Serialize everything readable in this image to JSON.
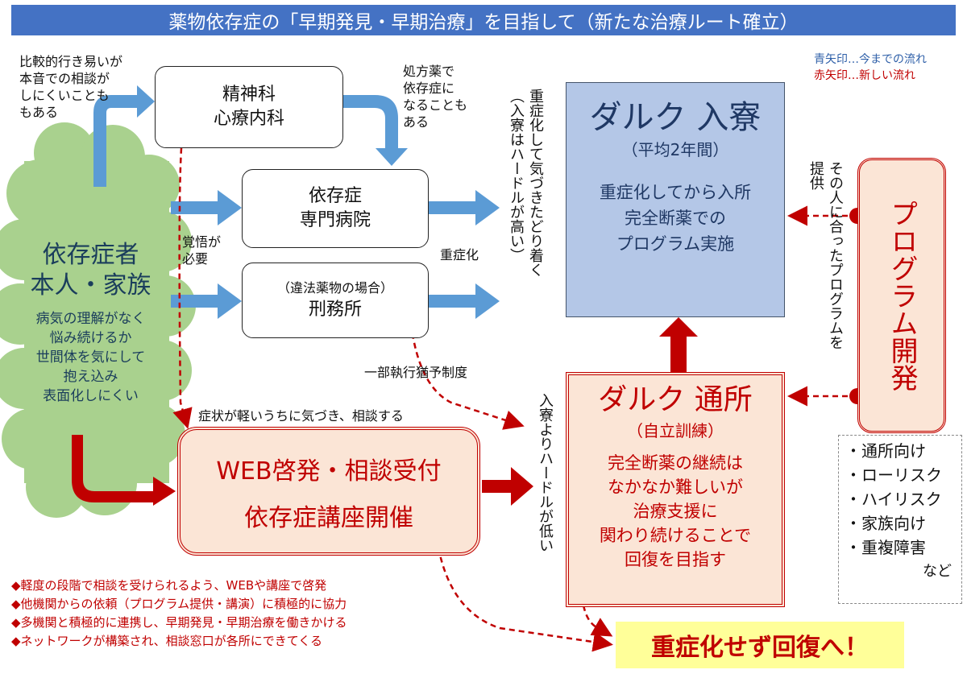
{
  "title": "薬物依存症の「早期発見・早期治療」を目指して（新たな治療ルート確立）",
  "legend": {
    "blue": "青矢印…今までの流れ",
    "red": "赤矢印…新しい流れ"
  },
  "colors": {
    "title_bg": "#4472c4",
    "blue_arrow": "#5b9bd5",
    "red": "#c00000",
    "darc_stay_bg": "#b4c7e7",
    "cloud": "#a9d18e",
    "pink_bg": "#fbe5d6",
    "yellow_bg": "#ffff99"
  },
  "notes": {
    "hard_to_go": [
      "比較的行き易いが",
      "本音での相談が",
      "しにくいことも",
      "もある"
    ],
    "prescription": [
      "処方薬で",
      "依存症に",
      "なることも",
      "ある"
    ],
    "resolve": [
      "覚悟が",
      "必要"
    ],
    "serious": "重症化",
    "partial_suspension": "一部執行猶予制度",
    "early_consult": "症状が軽いうちに気づき、相談する"
  },
  "vertical_texts": {
    "high_hurdle": [
      "重症化して気づきたどり着く",
      "（入寮はハードルが高い）"
    ],
    "low_hurdle": "入寮よりハードルが低い",
    "provide": [
      "その人に合ったプログラムを",
      "提供"
    ]
  },
  "psychiatry": [
    "精神科",
    "心療内科"
  ],
  "specialist_hospital": [
    "依存症",
    "専門病院"
  ],
  "prison": {
    "sub": "（違法薬物の場合）",
    "main": "刑務所"
  },
  "person": {
    "title": [
      "依存症者",
      "本人・家族"
    ],
    "desc": [
      "病気の理解がなく",
      "悩み続けるか",
      "世間体を気にして",
      "抱え込み",
      "表面化しにくい"
    ]
  },
  "darc_stay": {
    "title": "ダルク 入寮",
    "sub": "（平均2年間）",
    "desc": [
      "重症化してから入所",
      "完全断薬での",
      "プログラム実施"
    ]
  },
  "program": {
    "label": "プログラム開発"
  },
  "web": {
    "line1": "WEB啓発・相談受付",
    "line2": "依存症講座開催"
  },
  "darc_commute": {
    "title": "ダルク 通所",
    "sub": "（自立訓練）",
    "desc": [
      "完全断薬の継続は",
      "なかなか難しいが",
      "治療支援に",
      "関わり続けることで",
      "回復を目指す"
    ]
  },
  "program_list": {
    "items": [
      "・通所向け",
      "・ローリスク",
      "・ハイリスク",
      "・家族向け",
      "・重複障害"
    ],
    "suffix": "など"
  },
  "bullets": [
    "◆軽度の段階で相談を受けられるよう、WEBや講座で啓発",
    "◆他機関からの依頼（プログラム提供・講演）に積極的に協力",
    "◆多機関と積極的に連携し、早期発見・早期治療を働きかける",
    "◆ネットワークが構築され、相談窓口が各所にできてくる"
  ],
  "recovery": "重症化せず回復へ！"
}
